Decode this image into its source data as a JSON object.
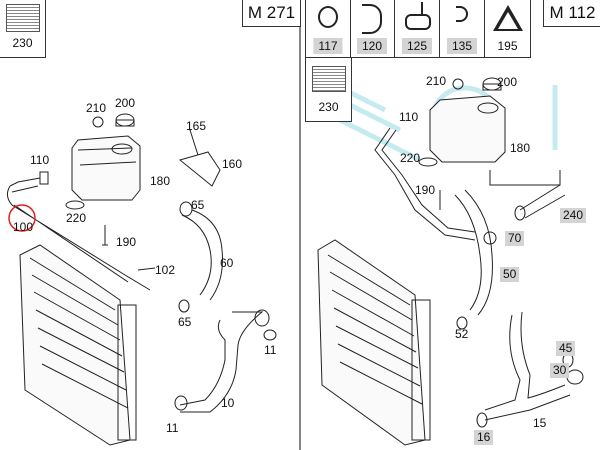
{
  "left_panel": {
    "model": "M 271",
    "sticker_label": "230",
    "callouts": [
      "210",
      "200",
      "165",
      "160",
      "110",
      "180",
      "220",
      "100",
      "65",
      "190",
      "102",
      "60",
      "65",
      "11",
      "10",
      "11"
    ],
    "highlighted_part": "100",
    "highlight_color": "#e02020"
  },
  "right_panel": {
    "model": "M 112",
    "header_parts": [
      {
        "label": "117",
        "icon": "hose-clamp-icon",
        "shaded": true
      },
      {
        "label": "120",
        "icon": "bracket-clip-icon",
        "shaded": true
      },
      {
        "label": "125",
        "icon": "pipe-clamp-icon",
        "shaded": true
      },
      {
        "label": "135",
        "icon": "hook-clip-icon",
        "shaded": true
      },
      {
        "label": "195",
        "icon": "warning-label-icon",
        "shaded": false
      }
    ],
    "sticker_label": "230",
    "callouts": [
      {
        "label": "210",
        "shaded": false
      },
      {
        "label": "200",
        "shaded": false
      },
      {
        "label": "110",
        "shaded": false
      },
      {
        "label": "180",
        "shaded": false
      },
      {
        "label": "220",
        "shaded": false
      },
      {
        "label": "190",
        "shaded": false
      },
      {
        "label": "240",
        "shaded": true
      },
      {
        "label": "70",
        "shaded": true
      },
      {
        "label": "50",
        "shaded": true
      },
      {
        "label": "52",
        "shaded": false
      },
      {
        "label": "45",
        "shaded": true
      },
      {
        "label": "30",
        "shaded": true
      },
      {
        "label": "15",
        "shaded": false
      },
      {
        "label": "16",
        "shaded": true
      }
    ]
  },
  "watermark": "SOL",
  "colors": {
    "shade": "#d4d4d4",
    "watermark": "#7fd3e0"
  }
}
